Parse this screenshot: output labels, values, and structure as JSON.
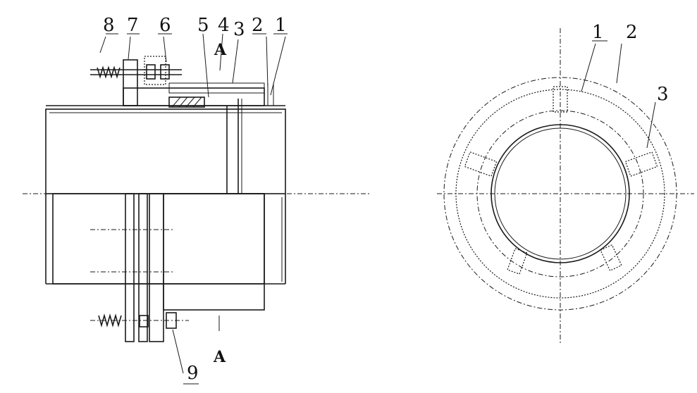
{
  "side_view": {
    "part_numbers": [
      "8",
      "7",
      "6",
      "5",
      "4",
      "3",
      "2",
      "1"
    ],
    "bottom_part_number": "9",
    "section_top": "A",
    "section_bottom": "A"
  },
  "end_view": {
    "part_numbers": [
      "1",
      "2",
      "3"
    ]
  }
}
